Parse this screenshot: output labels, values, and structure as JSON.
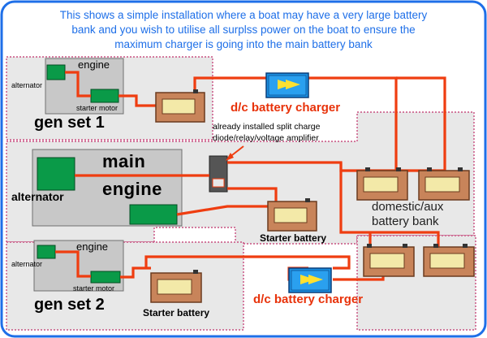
{
  "caption_lines": [
    "This shows a simple installation where a boat may have a very large battery",
    "bank and you wish to utilise all surplss power on the boat to ensure the",
    "maximum charger is going into the main battery bank"
  ],
  "gen_set_1": {
    "engine": "engine",
    "alternator": "alternator",
    "starter_motor": "starter motor",
    "title": "gen set 1"
  },
  "gen_set_2": {
    "engine": "engine",
    "alternator": "alternator",
    "starter_motor": "starter motor",
    "title": "gen set 2",
    "battery": "Starter battery"
  },
  "main_engine": {
    "main": "main",
    "engine": "engine",
    "alternator": "alternator",
    "battery": "Starter battery"
  },
  "chargers": [
    "d/c battery charger",
    "d/c battery charger"
  ],
  "split_charge_note": [
    "already installed split charge",
    "diode/relay/voltage amplifier"
  ],
  "battery_bank": [
    "domestic/aux",
    "battery bank"
  ],
  "colors": {
    "frame": "#1e6fe8",
    "caption": "#1e6fe8",
    "wire": "#ef3d10",
    "engine_box": "#c8c8c8",
    "component": "#0a9a48",
    "battery": "#c8845a",
    "charger": "#1a8fe0"
  }
}
